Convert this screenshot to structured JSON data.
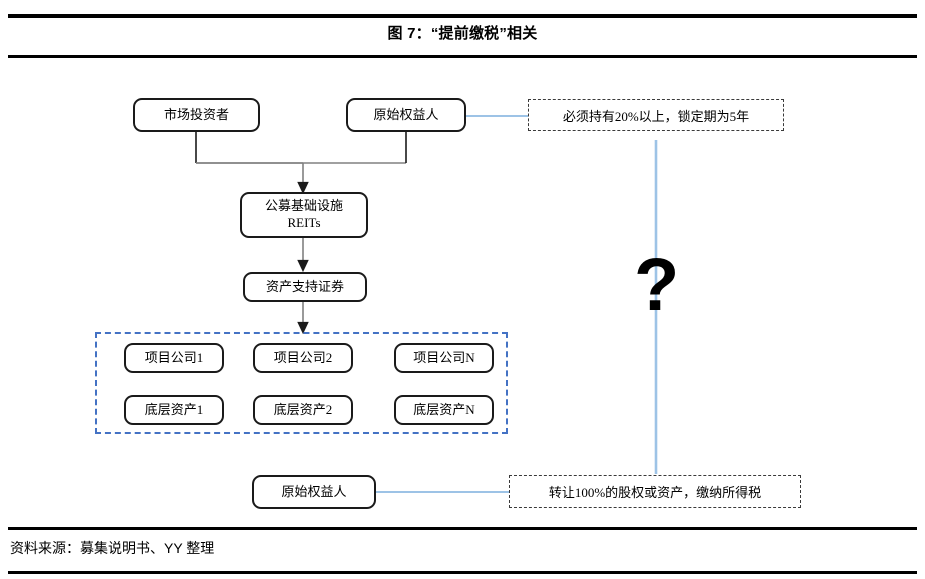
{
  "figure": {
    "title": "图 7：“提前缴税”相关",
    "source": "资料来源：募集说明书、YY 整理"
  },
  "diagram": {
    "type": "flowchart",
    "accent_color": "#4472C4",
    "connector_color": "#9DC3E6",
    "line_color": "#595959",
    "nodes": [
      {
        "id": "market-investor",
        "label": "市场投资者"
      },
      {
        "id": "original-owner-top",
        "label": "原始权益人"
      },
      {
        "id": "public-reits",
        "label": "公募基础设施\nREITs"
      },
      {
        "id": "abs",
        "label": "资产支持证券"
      },
      {
        "id": "project-company-1",
        "label": "项目公司1"
      },
      {
        "id": "project-company-2",
        "label": "项目公司2"
      },
      {
        "id": "project-company-n",
        "label": "项目公司N"
      },
      {
        "id": "underlying-asset-1",
        "label": "底层资产1"
      },
      {
        "id": "underlying-asset-2",
        "label": "底层资产2"
      },
      {
        "id": "underlying-asset-n",
        "label": "底层资产N"
      },
      {
        "id": "original-owner-bottom",
        "label": "原始权益人"
      }
    ],
    "notes": [
      {
        "id": "holding-requirement",
        "label": "必须持有20%以上，锁定期为5年"
      },
      {
        "id": "transfer-tax",
        "label": "转让100%的股权或资产，缴纳所得税"
      }
    ],
    "question_mark": "?"
  }
}
